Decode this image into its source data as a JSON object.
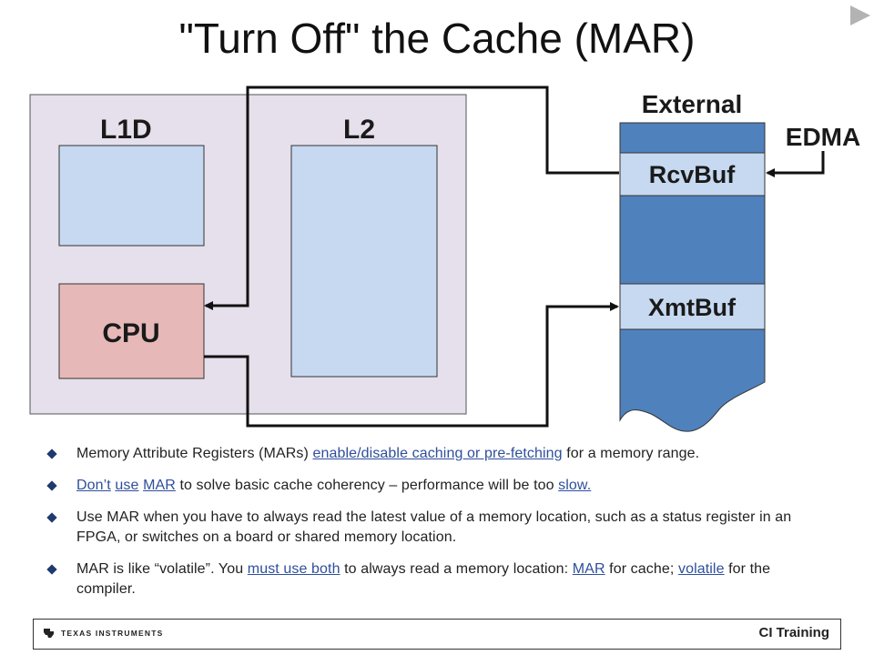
{
  "slide": {
    "title": "\"Turn Off\" the Cache (MAR)"
  },
  "diagram": {
    "l1d_label": "L1D",
    "l2_label": "L2",
    "cpu_label": "CPU",
    "external_label": "External",
    "edma_label": "EDMA",
    "rcvbuf_label": "RcvBuf",
    "xmtbuf_label": "XmtBuf",
    "colors": {
      "chip_bg": "#e6e0ec",
      "cache_block": "#c6d9f1",
      "cpu_block": "#e6b9b8",
      "memory_column": "#4f81bd",
      "buffer_block": "#c6d9f1"
    }
  },
  "bullets": {
    "b1": {
      "pre": "Memory Attribute Registers (MARs) ",
      "link": "enable/disable caching or pre-fetching",
      "post": " for a memory range."
    },
    "b2": {
      "w1": "Don’t",
      "w2": "use",
      "w3": "MAR",
      "mid": " to solve basic cache coherency – performance will be too ",
      "w4": "slow."
    },
    "b3": {
      "text": "Use MAR when you have to always read the latest value of a memory location, such as a status register in an FPGA, or switches on a board or shared memory location."
    },
    "b4": {
      "pre": "MAR is like “volatile”. You ",
      "link1": "must use both",
      "mid": " to always read a memory location: ",
      "link2": "MAR",
      "mid2": " for cache; ",
      "link3": "volatile",
      "post": " for the compiler."
    }
  },
  "footer": {
    "company": "Texas Instruments",
    "training": "CI Training"
  },
  "icons": [
    "play-icon",
    "diamond-bullet-icon",
    "ti-logo-icon"
  ]
}
